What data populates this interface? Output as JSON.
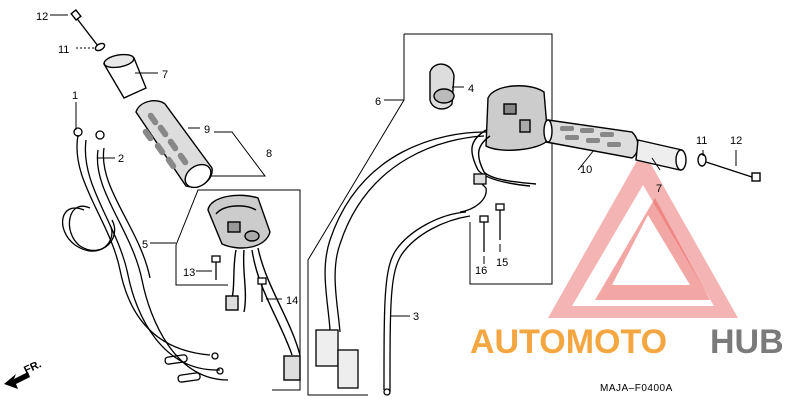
{
  "diagram": {
    "part_labels": {
      "p1": "1",
      "p2": "2",
      "p3": "3",
      "p4": "4",
      "p5": "5",
      "p6": "6",
      "p7_left": "7",
      "p7_right": "7",
      "p8": "8",
      "p9": "9",
      "p10": "10",
      "p11_left": "11",
      "p11_right": "11",
      "p12_left": "12",
      "p12_right": "12",
      "p13": "13",
      "p14": "14",
      "p15": "15",
      "p16": "16"
    },
    "direction_label": "FR.",
    "drawing_code": "MAJA–F0400A"
  },
  "watermark": {
    "brand_part1": "AUTOMOTO",
    "brand_part2": "HUB",
    "color_red": "#e8433f",
    "color_orange": "#f4a640",
    "color_gray": "#7a7a7a"
  }
}
